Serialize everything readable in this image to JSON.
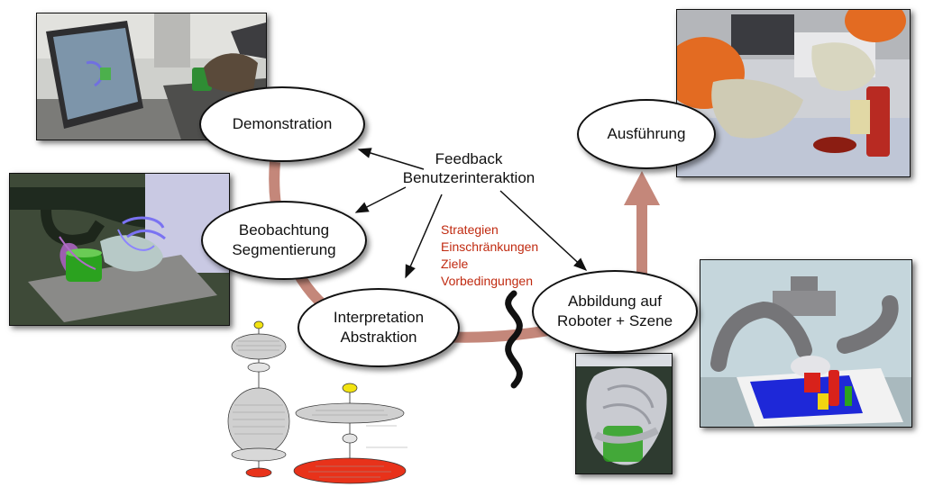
{
  "nodes": {
    "demonstration": {
      "line1": "Demonstration"
    },
    "beobachtung": {
      "line1": "Beobachtung",
      "line2": "Segmentierung"
    },
    "interpretation": {
      "line1": "Interpretation",
      "line2": "Abstraktion"
    },
    "abbildung": {
      "line1": "Abbildung auf",
      "line2": "Roboter + Szene"
    },
    "ausfuehrung": {
      "line1": "Ausführung"
    }
  },
  "feedback": {
    "line1": "Feedback",
    "line2": "Benutzerinteraktion"
  },
  "constraints": [
    "Strategien",
    "Einschränkungen",
    "Ziele",
    "Vorbedingungen"
  ],
  "colors": {
    "flow_arrow": "#c4877a",
    "constraint_text": "#c02a10",
    "graph_start": "#f2e311",
    "graph_end": "#e8321a",
    "graph_node": "#d0d0d0"
  }
}
